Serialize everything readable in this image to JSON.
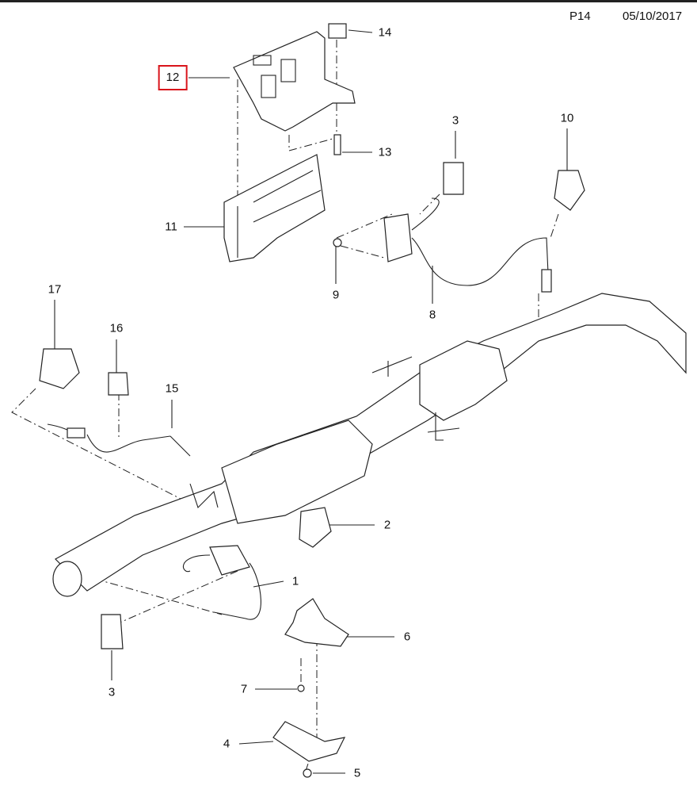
{
  "header": {
    "page": "P14",
    "date": "05/10/2017"
  },
  "callouts": [
    {
      "id": "14",
      "label": "14"
    },
    {
      "id": "12",
      "label": "12",
      "highlighted": true
    },
    {
      "id": "3a",
      "label": "3"
    },
    {
      "id": "10",
      "label": "10"
    },
    {
      "id": "13",
      "label": "13"
    },
    {
      "id": "11",
      "label": "11"
    },
    {
      "id": "9",
      "label": "9"
    },
    {
      "id": "8",
      "label": "8"
    },
    {
      "id": "17",
      "label": "17"
    },
    {
      "id": "16",
      "label": "16"
    },
    {
      "id": "15",
      "label": "15"
    },
    {
      "id": "2",
      "label": "2"
    },
    {
      "id": "1",
      "label": "1"
    },
    {
      "id": "6",
      "label": "6"
    },
    {
      "id": "3b",
      "label": "3"
    },
    {
      "id": "7",
      "label": "7"
    },
    {
      "id": "4",
      "label": "4"
    },
    {
      "id": "5",
      "label": "5"
    }
  ],
  "colors": {
    "highlight": "#d9141b",
    "ink": "#222222"
  }
}
